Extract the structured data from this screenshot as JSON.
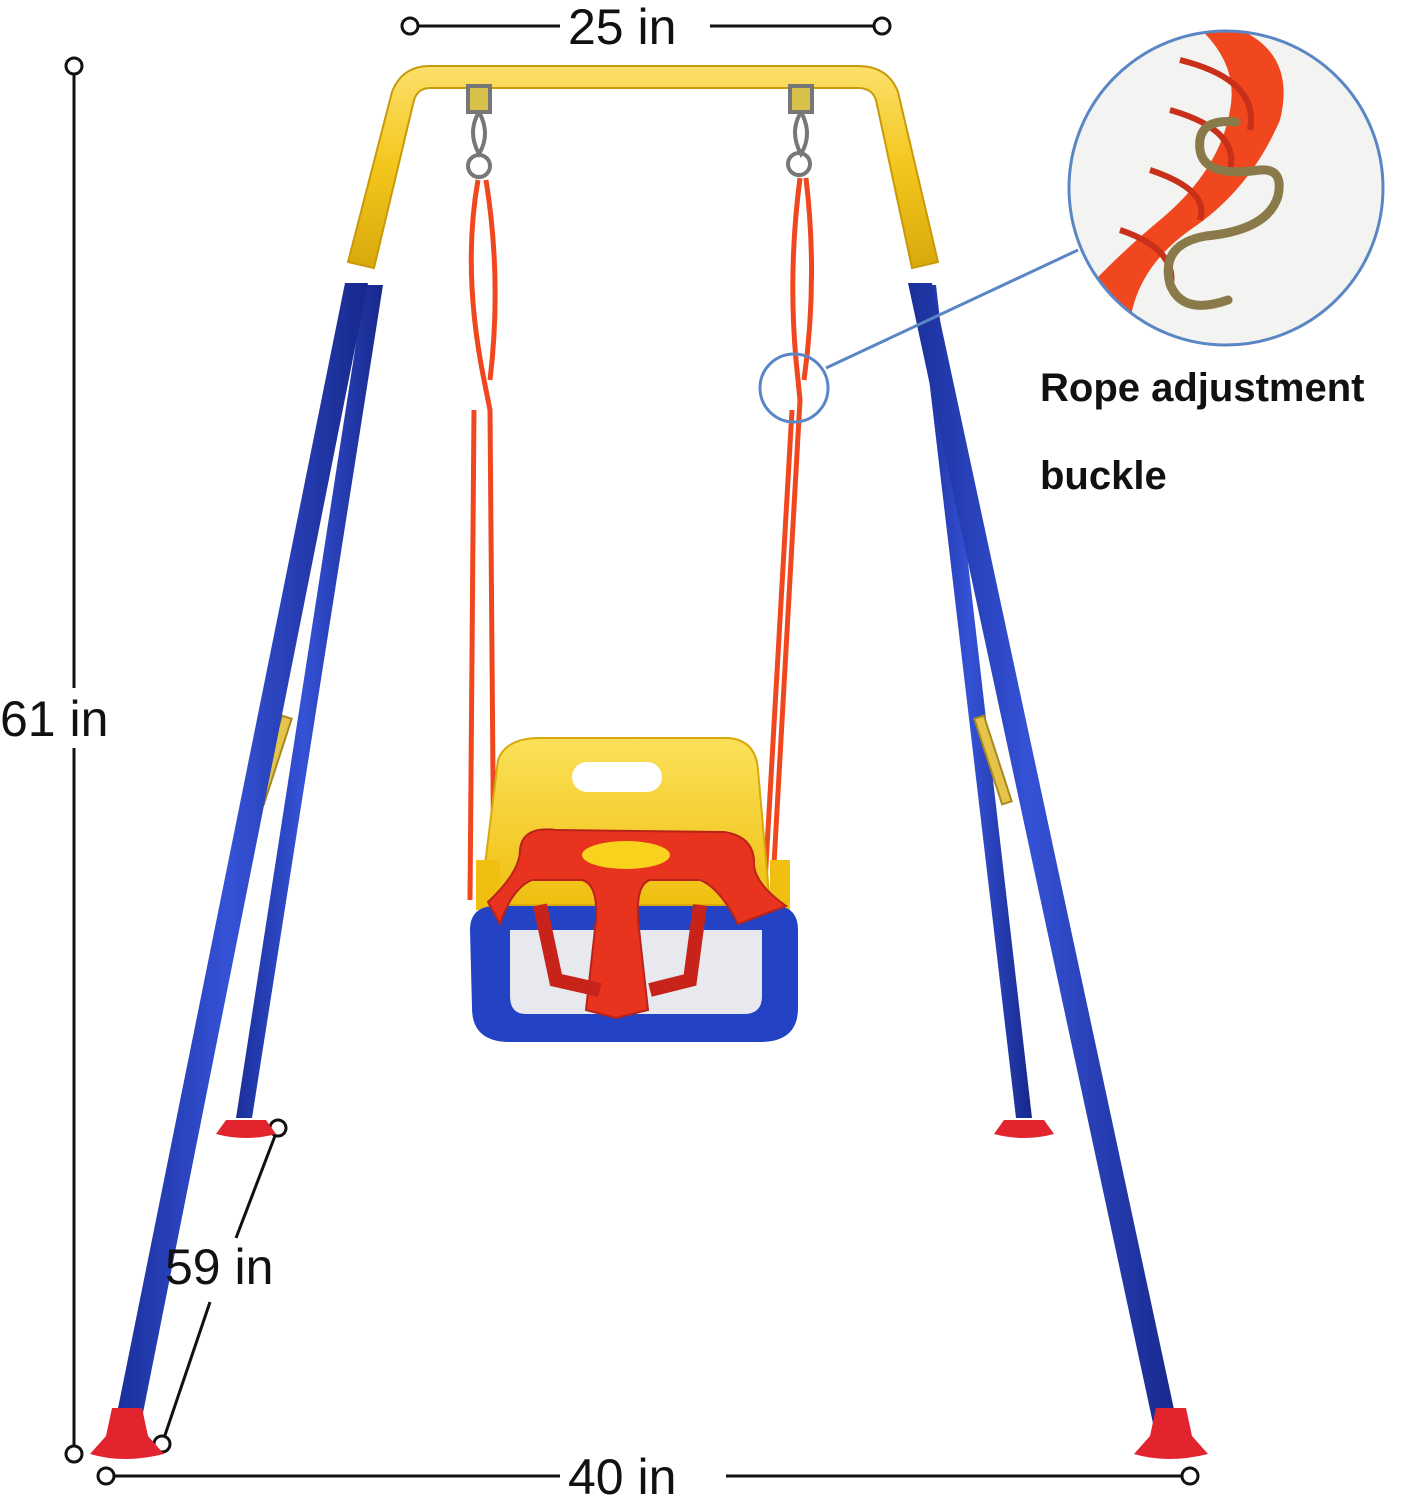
{
  "dimensions": {
    "top_width": "25 in",
    "height": "61 in",
    "depth": "59 in",
    "base_width": "40 in"
  },
  "callout": {
    "label_line1": "Rope adjustment",
    "label_line2": "buckle"
  },
  "colors": {
    "frame_top": "#F4C61C",
    "frame_legs": "#1F3BB5",
    "rope": "#F0471E",
    "seat_back": "#F8D21D",
    "seat_bar": "#E8331F",
    "seat_base": "#2343C4",
    "callout_ring": "#5B86C5",
    "feet": "#E2242F"
  }
}
